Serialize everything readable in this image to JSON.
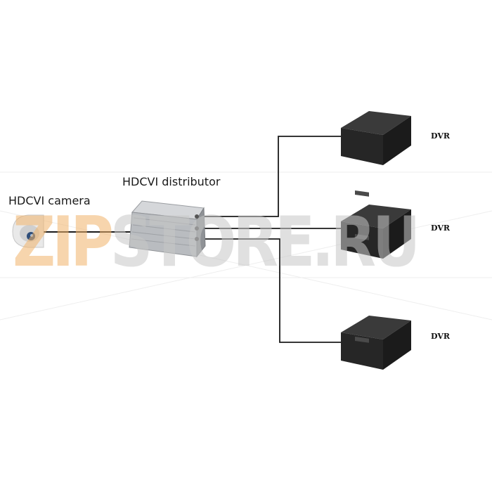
{
  "diagram": {
    "camera_label": "HDCVI camera",
    "distributor_label": "HDCVI distributor",
    "dvr_labels": [
      "DVR",
      "DVR",
      "DVR"
    ]
  },
  "watermark": {
    "text_accent": "ZIP",
    "text_rest": "STORE.RU",
    "accent_color": "#f2b46b",
    "rest_color": "#c7c7c7"
  },
  "colors": {
    "line": "#1a1a1a",
    "device_dark": "#2b2b2b",
    "distributor_body": "#b9bcc0"
  }
}
